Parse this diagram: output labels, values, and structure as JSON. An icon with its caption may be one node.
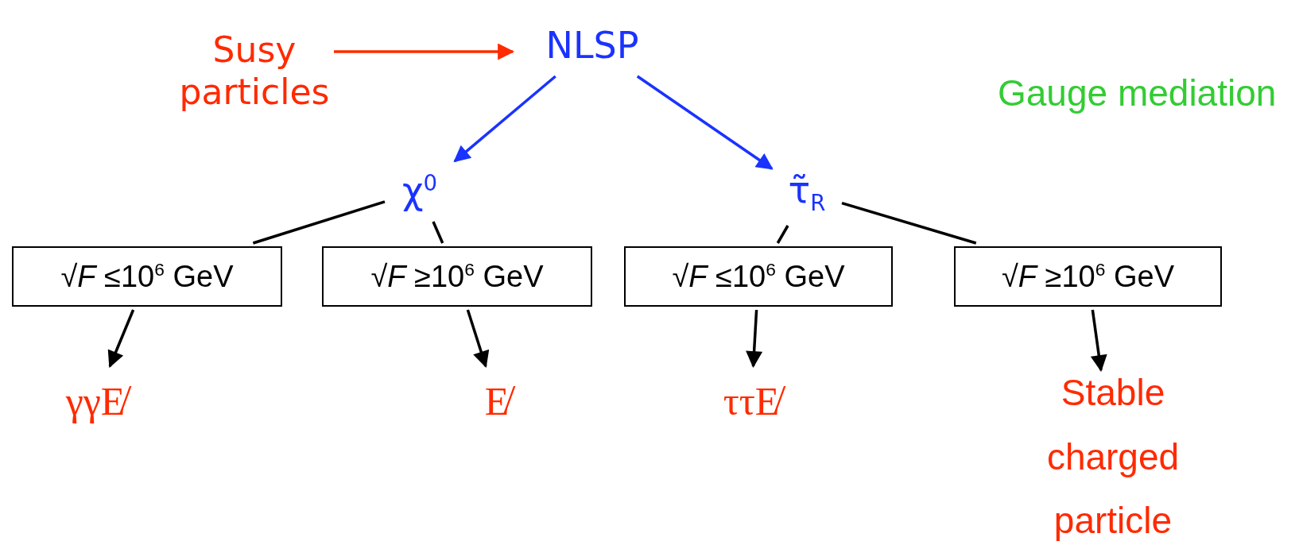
{
  "diagram": {
    "nodes": [
      {
        "text": [
          "Susy particles"
        ]
      },
      {
        "text": [
          "NLSP"
        ]
      },
      {
        "text": [
          "χ$^{0}$"
        ]
      },
      {
        "text": [
          "τ̃$_{R}$"
        ]
      },
      {
        "text": [
          "√*F* ≤10$^{6}$ GeV"
        ]
      },
      {
        "text": [
          "√*F* ≥10$^{6}$ GeV"
        ]
      },
      {
        "text": [
          "√*F* ≤10$^{6}$ GeV"
        ]
      },
      {
        "text": [
          "√*F* ≥10$^{6}$ GeV"
        ]
      },
      {
        "text": [
          "γγE̸"
        ]
      },
      {
        "text": [
          "E̸"
        ]
      },
      {
        "text": [
          "ττE̸"
        ]
      },
      {
        "text": [
          "Stable charged particle"
        ]
      }
    ],
    "edges": [
      {
        "from": 0,
        "to": 1,
        "arrow": "to",
        "color": "#ff2a00"
      },
      {
        "from": 1,
        "to": 2,
        "arrow": "to",
        "color": "#1a33ff"
      },
      {
        "from": 1,
        "to": 3,
        "arrow": "to",
        "color": "#1a33ff"
      },
      {
        "from": 2,
        "to": 4,
        "arrow": "none"
      },
      {
        "from": 2,
        "to": 5,
        "arrow": "none"
      },
      {
        "from": 3,
        "to": 6,
        "arrow": "none"
      },
      {
        "from": 3,
        "to": 7,
        "arrow": "none"
      },
      {
        "from": 4,
        "to": 8,
        "arrow": "to"
      },
      {
        "from": 5,
        "to": 9,
        "arrow": "to"
      },
      {
        "from": 6,
        "to": 10,
        "arrow": "to"
      },
      {
        "from": 7,
        "to": 11,
        "arrow": "to"
      }
    ],
    "labels": [
      "Gauge mediation"
    ]
  }
}
